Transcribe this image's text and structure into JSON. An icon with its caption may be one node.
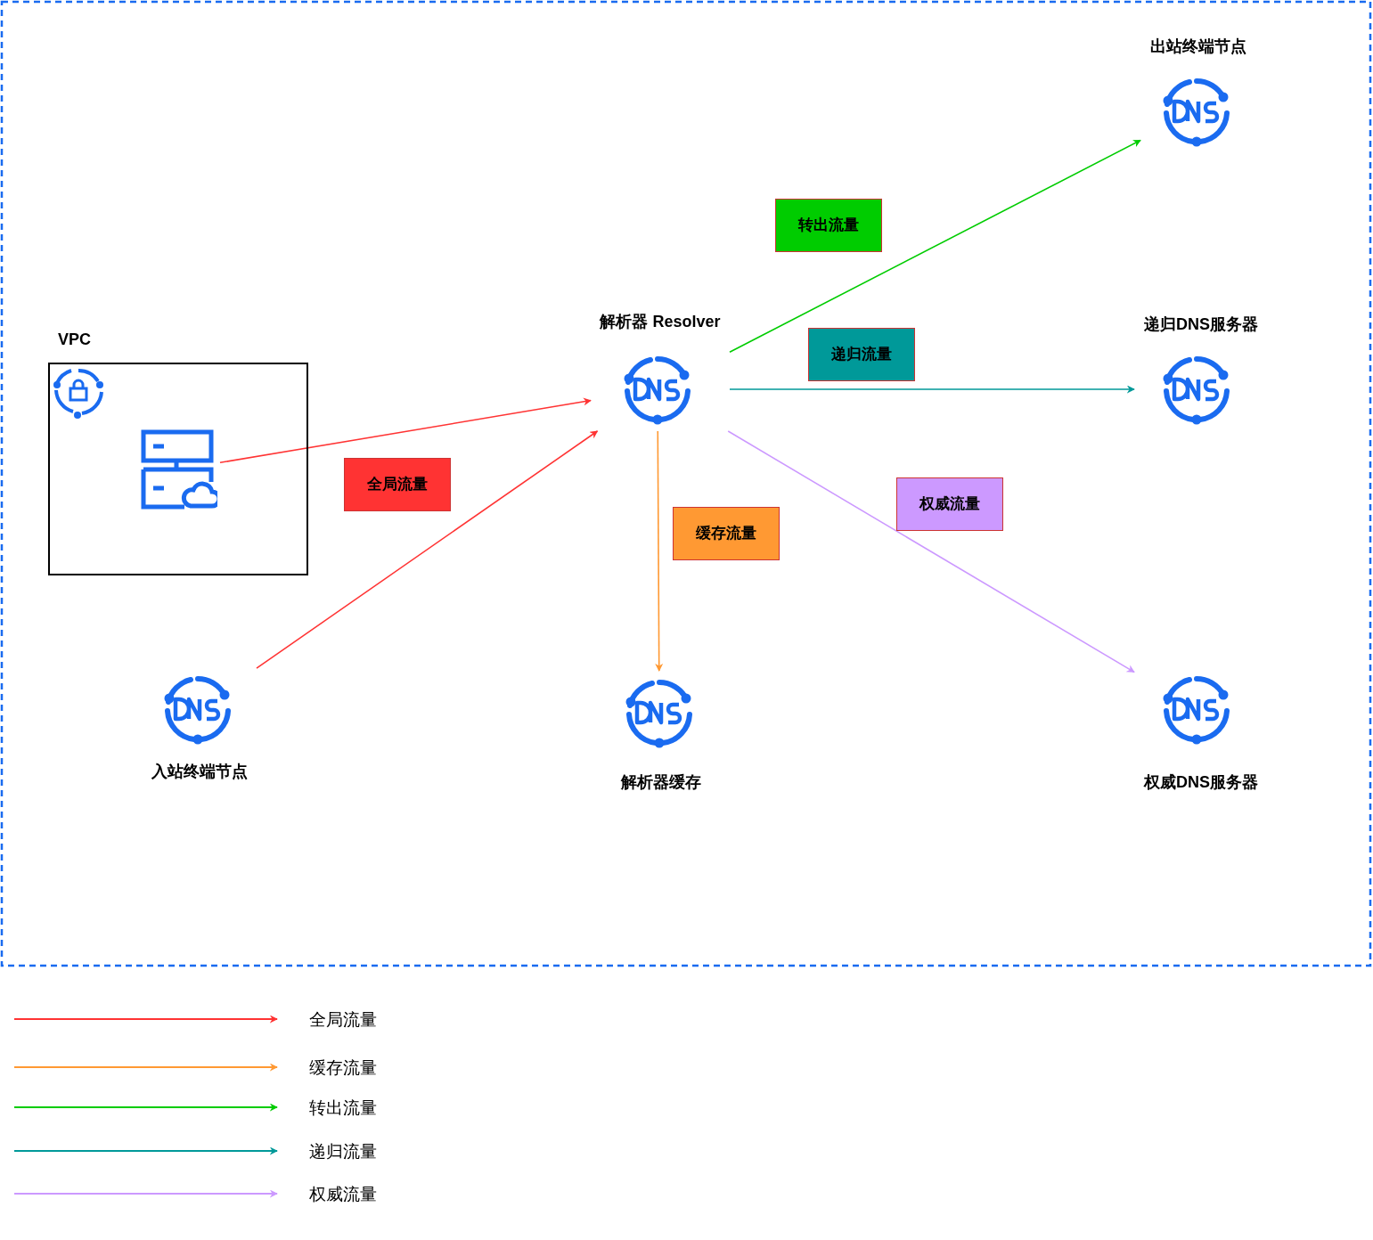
{
  "diagram": {
    "nodes": [
      {
        "text": [
          "VPC"
        ]
      },
      {
        "text": [],
        "shape": "picture",
        "in": 0
      },
      {
        "text": [
          "解析器 Resolver"
        ]
      },
      {
        "text": [
          "出站终端节点"
        ]
      },
      {
        "text": [
          "递归DNS服务器"
        ]
      },
      {
        "text": [
          "入站终端节点"
        ]
      },
      {
        "text": [
          "解析器缓存"
        ]
      },
      {
        "text": [
          "权威DNS服务器"
        ]
      }
    ],
    "edges": [
      {
        "from": 1,
        "to": 2,
        "arrow": "to",
        "label": "全局流量",
        "color": "#ff3333"
      },
      {
        "from": 5,
        "to": 2,
        "arrow": "to",
        "color": "#ff3333"
      },
      {
        "from": 2,
        "to": 3,
        "arrow": "to",
        "label": "转出流量",
        "color": "#00cc00"
      },
      {
        "from": 2,
        "to": 4,
        "arrow": "to",
        "label": "递归流量",
        "color": "#009999"
      },
      {
        "from": 2,
        "to": 6,
        "arrow": "to",
        "label": "缓存流量",
        "color": "#ff9933"
      },
      {
        "from": 2,
        "to": 7,
        "arrow": "to",
        "label": "权威流量",
        "color": "#cc99ff"
      }
    ],
    "legend": [
      {
        "text": "全局流量",
        "color": "#ff3333"
      },
      {
        "text": "缓存流量",
        "color": "#ff9933"
      },
      {
        "text": "转出流量",
        "color": "#00cc00"
      },
      {
        "text": "递归流量",
        "color": "#009999"
      },
      {
        "text": "权威流量",
        "color": "#cc99ff"
      }
    ]
  }
}
